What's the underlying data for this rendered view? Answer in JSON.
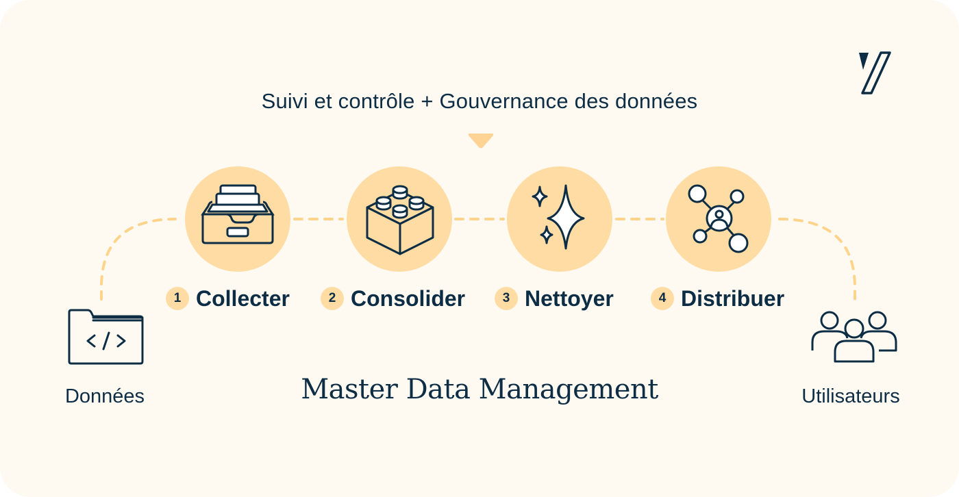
{
  "header": {
    "subtitle": "Suivi et contrôle + Gouvernance des données",
    "logo": "brand-slash-logo"
  },
  "source": {
    "label": "Données",
    "icon": "folder-code-icon"
  },
  "destination": {
    "label": "Utilisateurs",
    "icon": "users-group-icon"
  },
  "steps": [
    {
      "number": "1",
      "label": "Collecter",
      "icon": "file-drawer-icon"
    },
    {
      "number": "2",
      "label": "Consolider",
      "icon": "building-block-icon"
    },
    {
      "number": "3",
      "label": "Nettoyer",
      "icon": "sparkles-icon"
    },
    {
      "number": "4",
      "label": "Distribuer",
      "icon": "network-user-icon"
    }
  ],
  "footer": {
    "title": "Master Data Management"
  },
  "colors": {
    "background": "#fefaf2",
    "accent": "#fedca3",
    "arrow": "#fed394",
    "connector": "#fed48c",
    "ink": "#0d2d45"
  }
}
